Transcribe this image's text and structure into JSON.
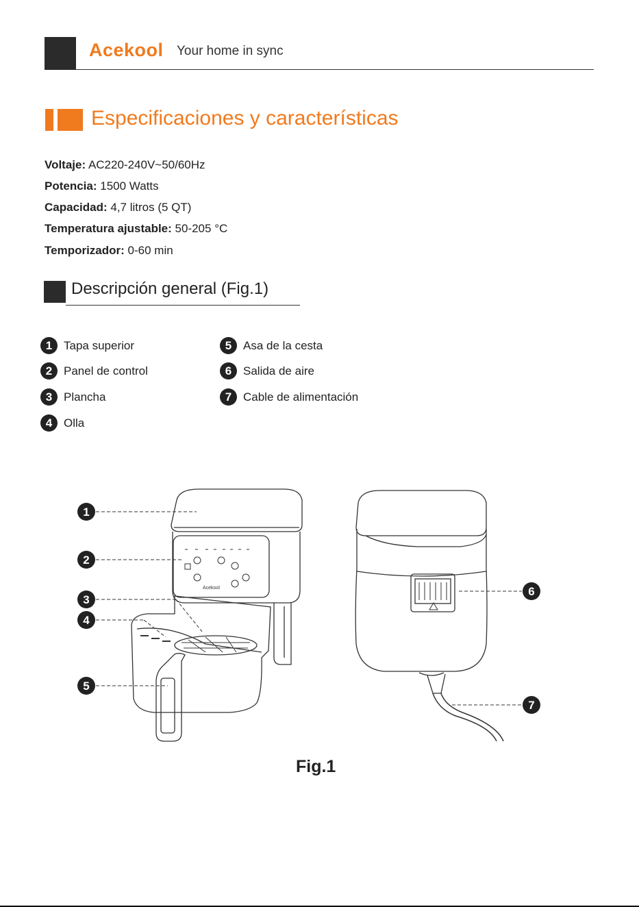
{
  "header": {
    "brand": "Acekool",
    "tagline": "Your home in sync"
  },
  "specs_section": {
    "title": "Especificaciones y características",
    "items": [
      {
        "label": "Voltaje:",
        "value": "AC220-240V~50/60Hz"
      },
      {
        "label": "Potencia:",
        "value": "1500 Watts"
      },
      {
        "label": "Capacidad:",
        "value": "4,7 litros (5 QT)"
      },
      {
        "label": "Temperatura ajustable:",
        "value": "50-205 °C"
      },
      {
        "label": "Temporizador:",
        "value": "0-60 min"
      }
    ]
  },
  "overview_section": {
    "title": "Descripción general (Fig.1)",
    "parts": [
      {
        "num": "1",
        "label": "Tapa superior"
      },
      {
        "num": "2",
        "label": "Panel de control"
      },
      {
        "num": "3",
        "label": "Plancha"
      },
      {
        "num": "4",
        "label": "Olla"
      },
      {
        "num": "5",
        "label": "Asa de la cesta"
      },
      {
        "num": "6",
        "label": "Salida de aire"
      },
      {
        "num": "7",
        "label": "Cable de alimentación"
      }
    ]
  },
  "figure": {
    "caption": "Fig.1",
    "panel_brand": "Acekool",
    "callouts": [
      "1",
      "2",
      "3",
      "4",
      "5",
      "6",
      "7"
    ]
  },
  "colors": {
    "accent": "#f07a1e",
    "dark": "#2b2b2b"
  }
}
